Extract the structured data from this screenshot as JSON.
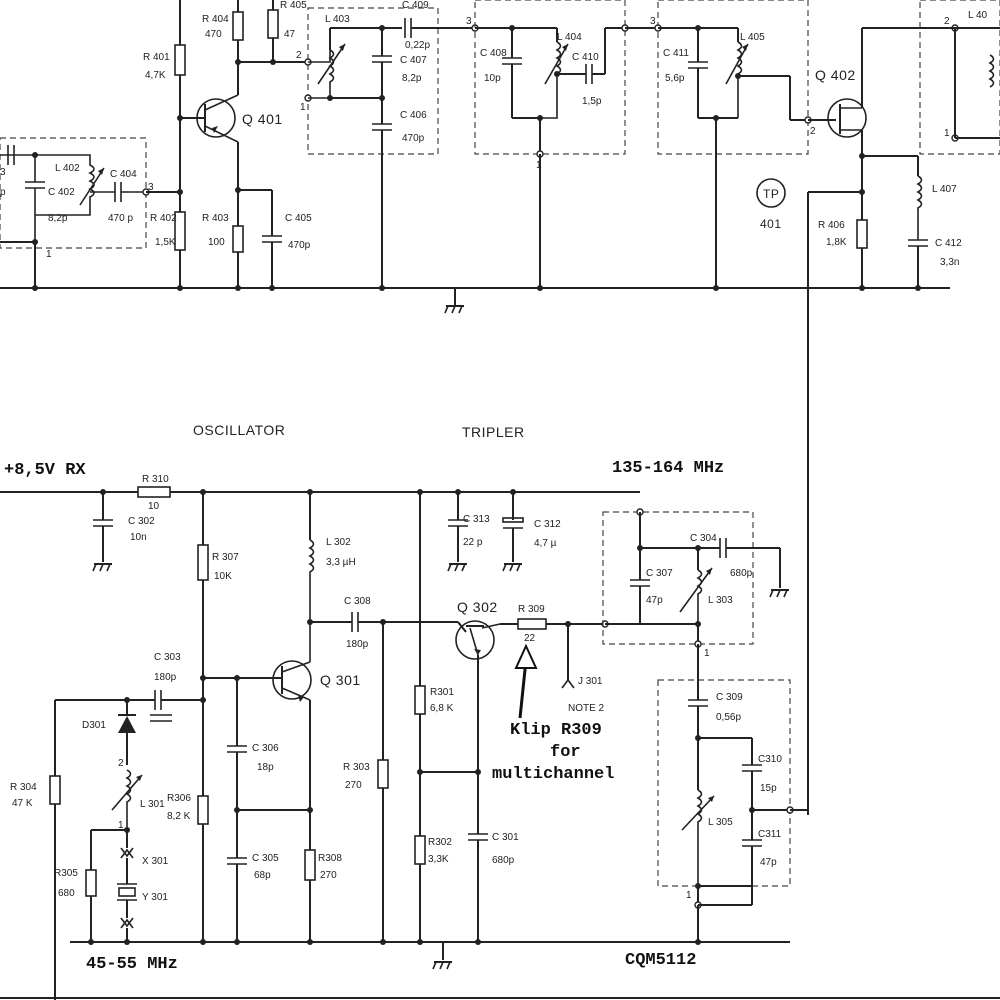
{
  "sections": {
    "oscillator": "OSCILLATOR",
    "tripler": "TRIPLER"
  },
  "annotations": {
    "supply": "+8,5V RX",
    "freq_out": "135-164 MHz",
    "freq_xtal": "45-55 MHz",
    "model": "CQM5112",
    "note_line1": "Klip R309",
    "note_line2": "for",
    "note_line3": "multichannel",
    "note2": "NOTE 2",
    "tp_label": "TP",
    "tp_num": "401"
  },
  "top": {
    "r404": {
      "ref": "R 404",
      "val": "470"
    },
    "r405": {
      "ref": "R 405",
      "val": "47"
    },
    "l403": {
      "ref": "L 403"
    },
    "c409": {
      "ref": "C 409",
      "val": "0,22p"
    },
    "c407": {
      "ref": "C 407",
      "val": "8,2p"
    },
    "c406": {
      "ref": "C 406",
      "val": "470p"
    },
    "c408": {
      "ref": "C 408",
      "val": "10p"
    },
    "l404": {
      "ref": "L 404"
    },
    "c410": {
      "ref": "C 410",
      "val": "1,5p"
    },
    "c411": {
      "ref": "C 411",
      "val": "5,6p"
    },
    "l405": {
      "ref": "L 405"
    },
    "q402": {
      "ref": "Q 402"
    },
    "q401": {
      "ref": "Q 401"
    },
    "r401": {
      "ref": "R 401",
      "val": "4,7K"
    },
    "l402": {
      "ref": "L 402"
    },
    "c402": {
      "ref": "C 402",
      "val": "8,2p"
    },
    "c404": {
      "ref": "C 404",
      "val": "470 p"
    },
    "r402": {
      "ref": "R 402",
      "val": "1,5K"
    },
    "r403": {
      "ref": "R 403",
      "val": "100"
    },
    "c405": {
      "ref": "C 405",
      "val": "470p"
    },
    "r406": {
      "ref": "R 406",
      "val": "1,8K"
    },
    "l407": {
      "ref": "L 407"
    },
    "c412": {
      "ref": "C 412",
      "val": "3,3n"
    },
    "c3partial": {
      "ref": "3"
    },
    "cppartial": {
      "val": "p"
    },
    "l40partial": {
      "ref": "L 40"
    }
  },
  "bottom": {
    "r310": {
      "ref": "R 310",
      "val": "10"
    },
    "c302": {
      "ref": "C 302",
      "val": "10n"
    },
    "r307": {
      "ref": "R 307",
      "val": "10K"
    },
    "l302": {
      "ref": "L 302",
      "val": "3,3 µH"
    },
    "c308": {
      "ref": "C 308",
      "val": "180p"
    },
    "c313": {
      "ref": "C 313",
      "val": "22 p"
    },
    "c312": {
      "ref": "C 312",
      "val": "4,7 µ"
    },
    "c304": {
      "ref": "C 304",
      "val": "680p"
    },
    "c307": {
      "ref": "C 307",
      "val": "47p"
    },
    "l303": {
      "ref": "L 303"
    },
    "q302": {
      "ref": "Q 302"
    },
    "r309": {
      "ref": "R 309",
      "val": "22"
    },
    "j301": {
      "ref": "J 301"
    },
    "c303": {
      "ref": "C 303",
      "val": "180p"
    },
    "q301": {
      "ref": "Q 301"
    },
    "d301": {
      "ref": "D301"
    },
    "r304": {
      "ref": "R 304",
      "val": "47 K"
    },
    "l301": {
      "ref": "L 301"
    },
    "r306": {
      "ref": "R306",
      "val": "8,2 K"
    },
    "c306": {
      "ref": "C 306",
      "val": "18p"
    },
    "r303": {
      "ref": "R 303",
      "val": "270"
    },
    "r301": {
      "ref": "R301",
      "val": "6,8 K"
    },
    "r302": {
      "ref": "R302",
      "val": "3,3K"
    },
    "c301": {
      "ref": "C 301",
      "val": "680p"
    },
    "c309": {
      "ref": "C 309",
      "val": "0,56p"
    },
    "c310": {
      "ref": "C310",
      "val": "15p"
    },
    "l305": {
      "ref": "L 305"
    },
    "c311": {
      "ref": "C311",
      "val": "47p"
    },
    "x301": {
      "ref": "X 301"
    },
    "y301": {
      "ref": "Y 301"
    },
    "r305": {
      "ref": "R305",
      "val": "680"
    },
    "c305": {
      "ref": "C 305",
      "val": "68p"
    },
    "r308": {
      "ref": "R308",
      "val": "270"
    }
  },
  "pins": {
    "p1": "1",
    "p2": "2",
    "p3": "3"
  }
}
